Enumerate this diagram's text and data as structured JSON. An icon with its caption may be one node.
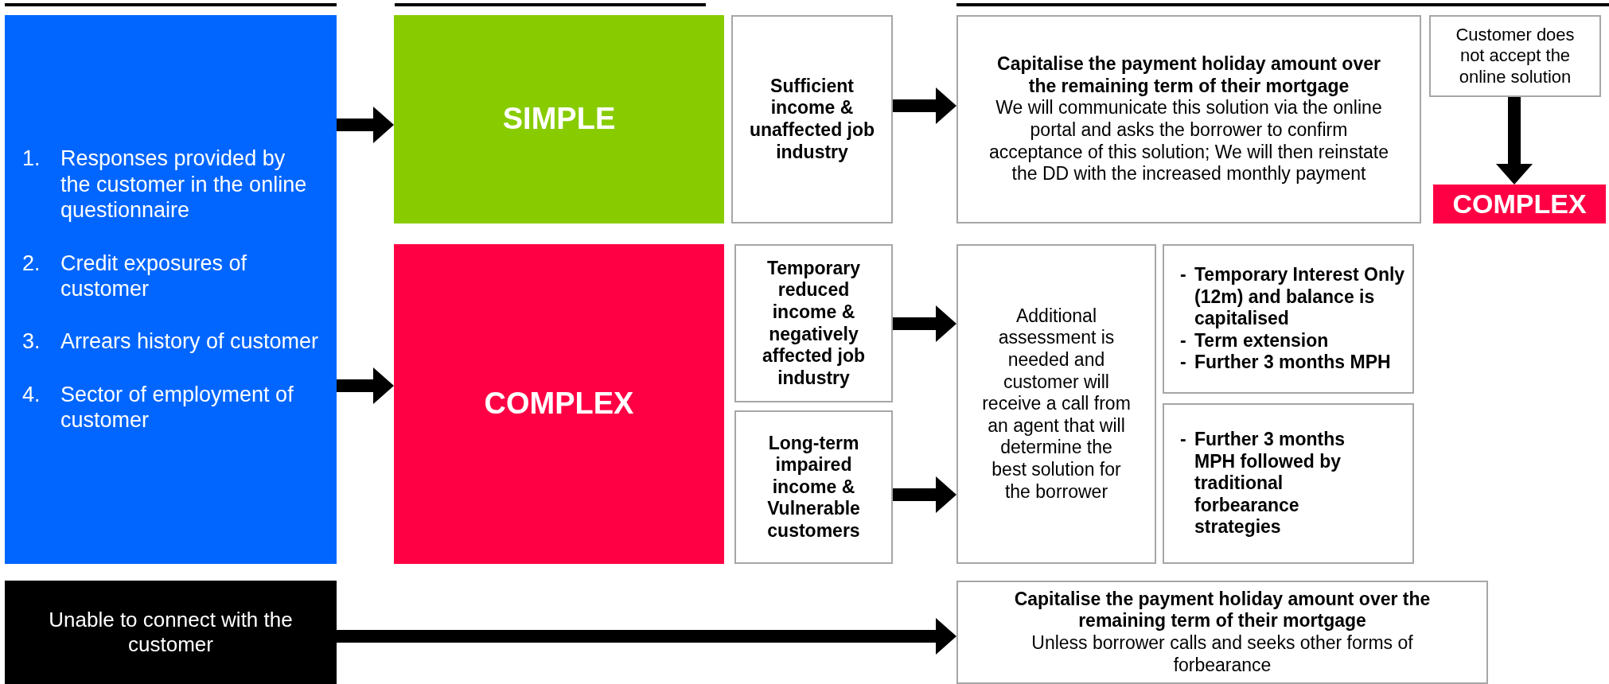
{
  "diagram": {
    "nodes": [
      {
        "text": [
          "1.",
          "Responses provided by the customer in the online questionnaire",
          "2.",
          "Credit exposures of customer",
          "3.",
          "Arrears history of customer",
          "4.",
          "Sector of employment of customer"
        ]
      },
      {
        "text": [
          "SIMPLE"
        ]
      },
      {
        "text": [
          "Sufficient income & unaffected job industry"
        ]
      },
      {
        "text": [
          "Capitalise the payment holiday amount over the remaining term of their mortgage",
          "We will communicate this solution via the online portal and asks the borrower to confirm acceptance of this solution; We will then reinstate the DD with the increased monthly payment"
        ]
      },
      {
        "text": [
          "Customer does not accept the online solution"
        ]
      },
      {
        "text": [
          "COMPLEX"
        ]
      },
      {
        "text": [
          "COMPLEX"
        ]
      },
      {
        "text": [
          "Temporary reduced income & negatively affected job industry"
        ]
      },
      {
        "text": [
          "Long-term impaired income & Vulnerable customers"
        ]
      },
      {
        "text": [
          "Additional assessment is needed and customer will receive a call from an agent that will determine the best solution for the borrower"
        ]
      },
      {
        "text": [
          "-",
          "Temporary Interest Only (12m) and balance is capitalised",
          "-",
          "Term extension",
          "-",
          "Further 3 months MPH"
        ]
      },
      {
        "text": [
          "-",
          "Further 3 months MPH followed by traditional forbearance strategies"
        ]
      },
      {
        "text": [
          "Unable to connect with the customer"
        ]
      },
      {
        "text": [
          "Capitalise the payment holiday amount over the remaining term of their mortgage",
          "Unless borrower calls and seeks other forms of forbearance"
        ]
      }
    ],
    "edges": [
      {
        "from": 0,
        "to": 1,
        "arrow": "to"
      },
      {
        "from": 0,
        "to": 6,
        "arrow": "to"
      },
      {
        "from": 2,
        "to": 3,
        "arrow": "to"
      },
      {
        "from": 4,
        "to": 5,
        "arrow": "to"
      },
      {
        "from": 7,
        "to": 9,
        "arrow": "to"
      },
      {
        "from": 8,
        "to": 9,
        "arrow": "to"
      },
      {
        "from": 12,
        "to": 13,
        "arrow": "to"
      }
    ]
  }
}
